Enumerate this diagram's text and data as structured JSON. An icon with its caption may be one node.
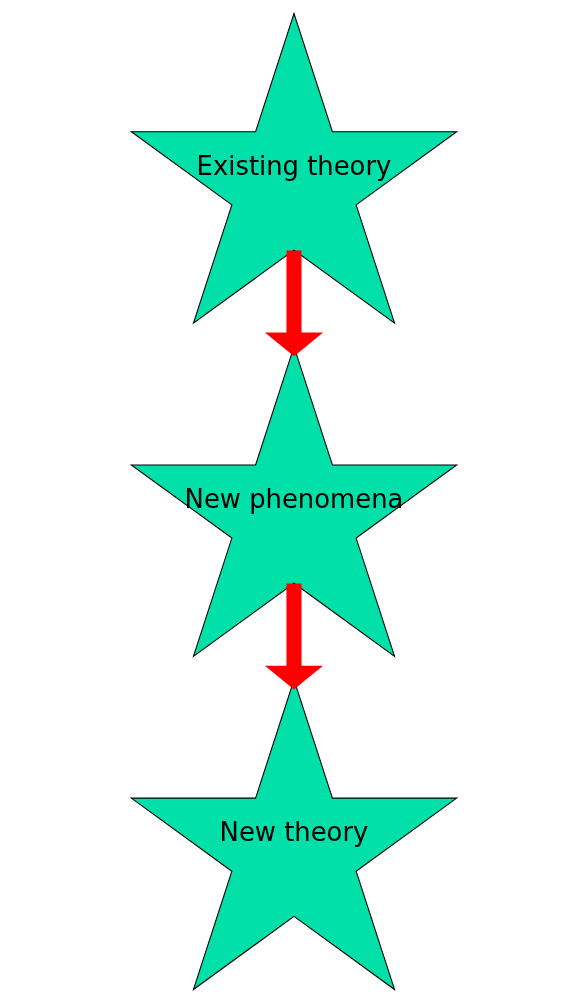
{
  "diagram": {
    "nodes": [
      {
        "text": [
          "Existing theory"
        ]
      },
      {
        "text": [
          "New phenomena"
        ]
      },
      {
        "text": [
          "New theory"
        ]
      }
    ],
    "edges": [
      {
        "from": 0,
        "to": 1,
        "arrow": "to"
      },
      {
        "from": 1,
        "to": 2,
        "arrow": "to"
      }
    ]
  }
}
